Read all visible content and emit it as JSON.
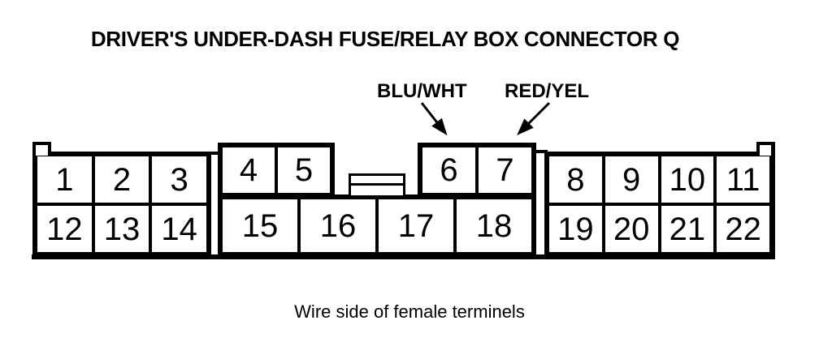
{
  "title": "DRIVER'S UNDER-DASH FUSE/RELAY BOX CONNECTOR Q",
  "caption": "Wire side of female terminels",
  "wire_labels": {
    "blu_wht": "BLU/WHT",
    "red_yel": "RED/YEL",
    "blu_wht_points_to_terminal": "6",
    "red_yel_points_to_terminal": "7"
  },
  "connector": {
    "left_block": {
      "top_row": [
        "1",
        "2",
        "3"
      ],
      "bottom_row": [
        "12",
        "13",
        "14"
      ]
    },
    "center_block": {
      "raised_pair_left": [
        "4",
        "5"
      ],
      "raised_pair_right": [
        "6",
        "7"
      ],
      "bottom_row": [
        "15",
        "16",
        "17",
        "18"
      ]
    },
    "right_block": {
      "top_row": [
        "8",
        "9",
        "10",
        "11"
      ],
      "bottom_row": [
        "19",
        "20",
        "21",
        "22"
      ]
    }
  },
  "colors": {
    "ink": "#000000",
    "paper": "#ffffff"
  }
}
